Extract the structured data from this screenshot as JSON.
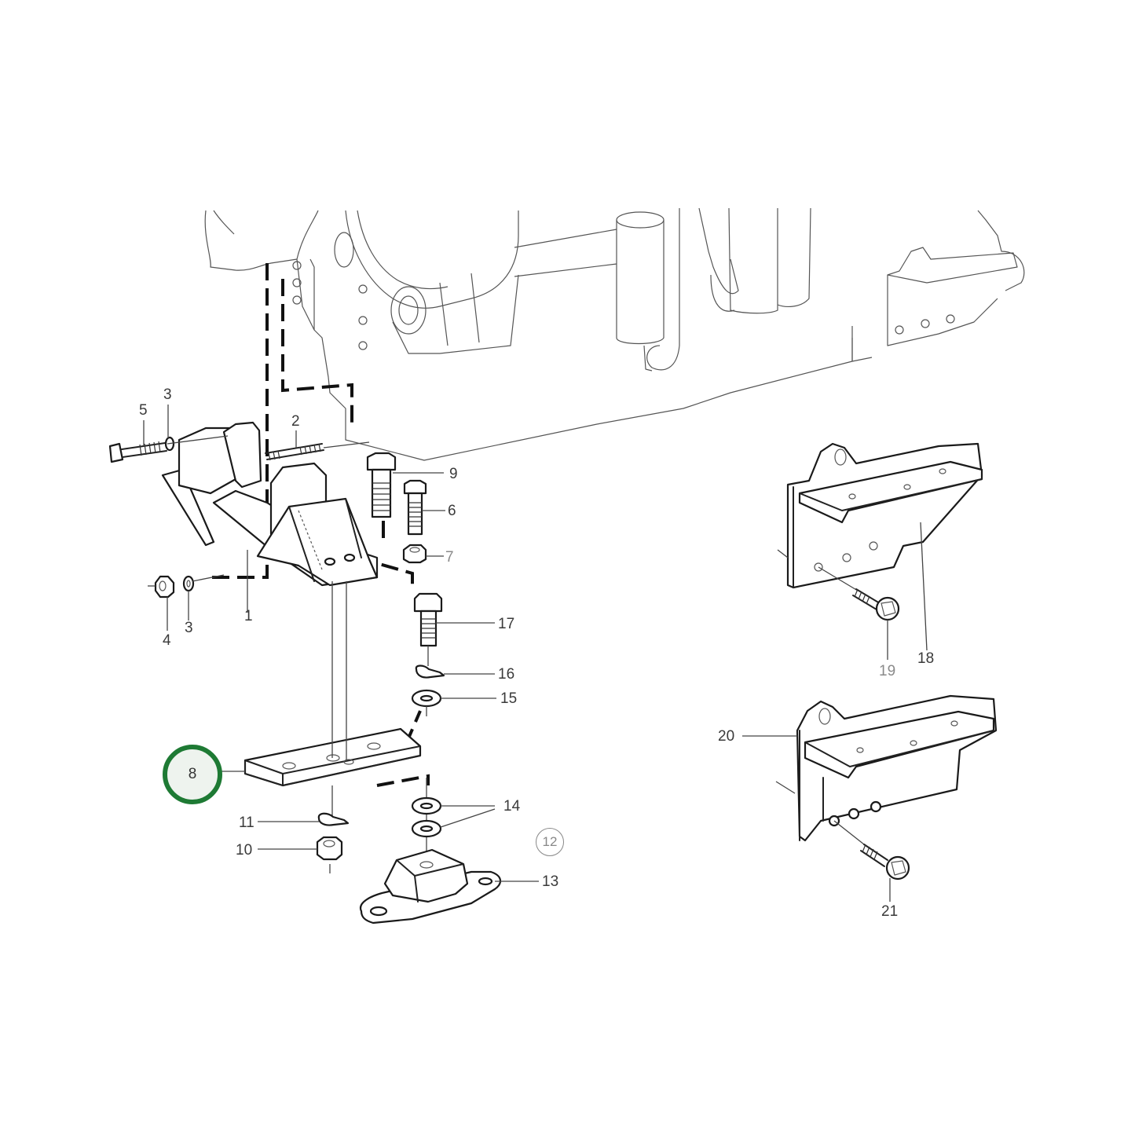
{
  "diagram": {
    "title": "Engine mounting exploded parts diagram",
    "highlight_color": "#1e7a34",
    "highlight_fill": "#eef3ee",
    "selected_callout": "8",
    "reference_group": "12",
    "callouts": [
      {
        "id": "1",
        "label": "1"
      },
      {
        "id": "2",
        "label": "2"
      },
      {
        "id": "3a",
        "label": "3"
      },
      {
        "id": "3b",
        "label": "3"
      },
      {
        "id": "4",
        "label": "4"
      },
      {
        "id": "5",
        "label": "5"
      },
      {
        "id": "6",
        "label": "6"
      },
      {
        "id": "7",
        "label": "7"
      },
      {
        "id": "8",
        "label": "8"
      },
      {
        "id": "9",
        "label": "9"
      },
      {
        "id": "10",
        "label": "10"
      },
      {
        "id": "11",
        "label": "11"
      },
      {
        "id": "12",
        "label": "12"
      },
      {
        "id": "13",
        "label": "13"
      },
      {
        "id": "14",
        "label": "14"
      },
      {
        "id": "15",
        "label": "15"
      },
      {
        "id": "16",
        "label": "16"
      },
      {
        "id": "17",
        "label": "17"
      },
      {
        "id": "18",
        "label": "18"
      },
      {
        "id": "19",
        "label": "19"
      },
      {
        "id": "20",
        "label": "20"
      },
      {
        "id": "21",
        "label": "21"
      }
    ]
  }
}
